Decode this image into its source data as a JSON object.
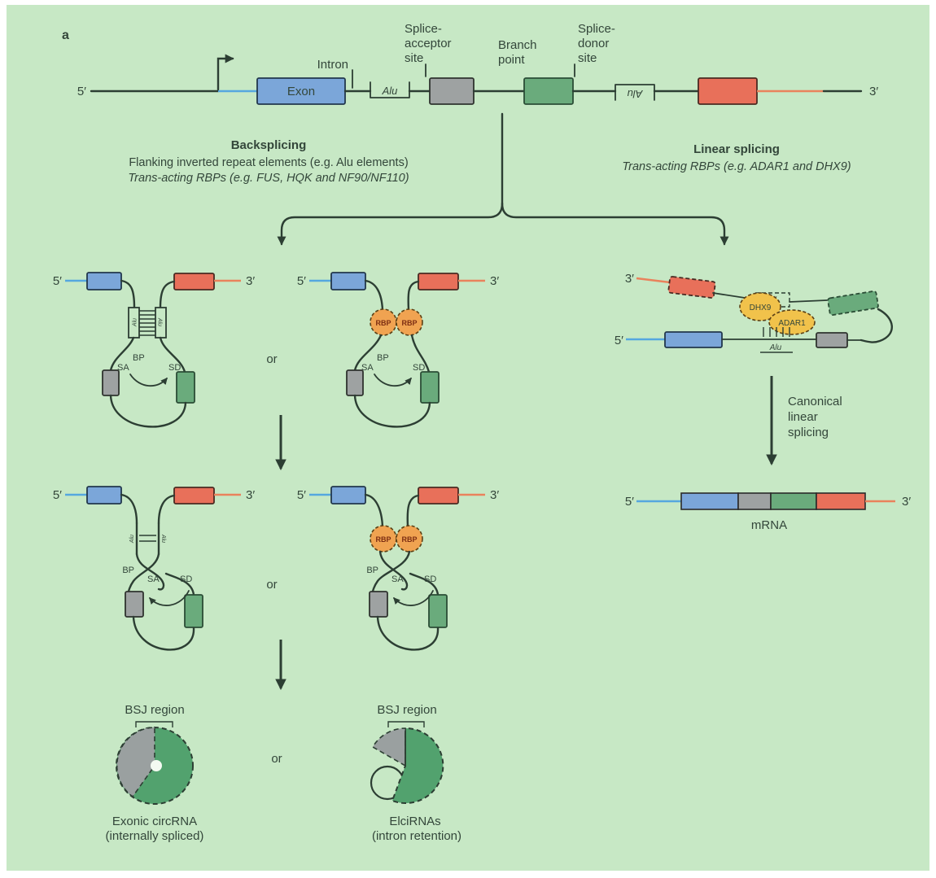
{
  "figure": {
    "panel_label": "a"
  },
  "labels": {
    "five_prime": "5′",
    "three_prime": "3′",
    "or": "or",
    "exon": "Exon",
    "intron": "Intron",
    "alu": "Alu",
    "sa": "SA",
    "sd": "SD",
    "bp": "BP",
    "rbp": "RBP",
    "dhx9": "DHX9",
    "adar1": "ADAR1",
    "mrna": "mRNA",
    "bsj_region": "BSJ region"
  },
  "gene_map": {
    "splice_acceptor": [
      "Splice-",
      "acceptor",
      "site"
    ],
    "branch_point": [
      "Branch",
      "point"
    ],
    "splice_donor": [
      "Splice-",
      "donor",
      "site"
    ]
  },
  "backsplicing": {
    "title": "Backsplicing",
    "lines": [
      "Flanking inverted repeat elements (e.g. Alu elements)",
      "Trans-acting RBPs (e.g. FUS, HQK and NF90/NF110)"
    ]
  },
  "linear_splicing": {
    "title": "Linear splicing",
    "line": "Trans-acting RBPs (e.g. ADAR1 and DHX9)"
  },
  "canonical": {
    "lines": [
      "Canonical",
      "linear",
      "splicing"
    ]
  },
  "products": {
    "exonic": [
      "Exonic circRNA",
      "(internally spliced)"
    ],
    "elci": [
      "ElciRNAs",
      "(intron retention)"
    ]
  },
  "colors": {
    "background": "#c7e8c5",
    "line_dark": "#2c3e33",
    "exon_blue": "#7ba6d9",
    "utr_blue": "#55a7df",
    "exon_red": "#e8705a",
    "utr_orange": "#e9825c",
    "branch_green": "#6aab7c",
    "acceptor_gray": "#9ea2a2",
    "rbp_orange": "#f0a351",
    "helicase_yellow": "#f1c24b",
    "circ_green": "#52a26e",
    "circ_gray": "#9aa0a0"
  }
}
